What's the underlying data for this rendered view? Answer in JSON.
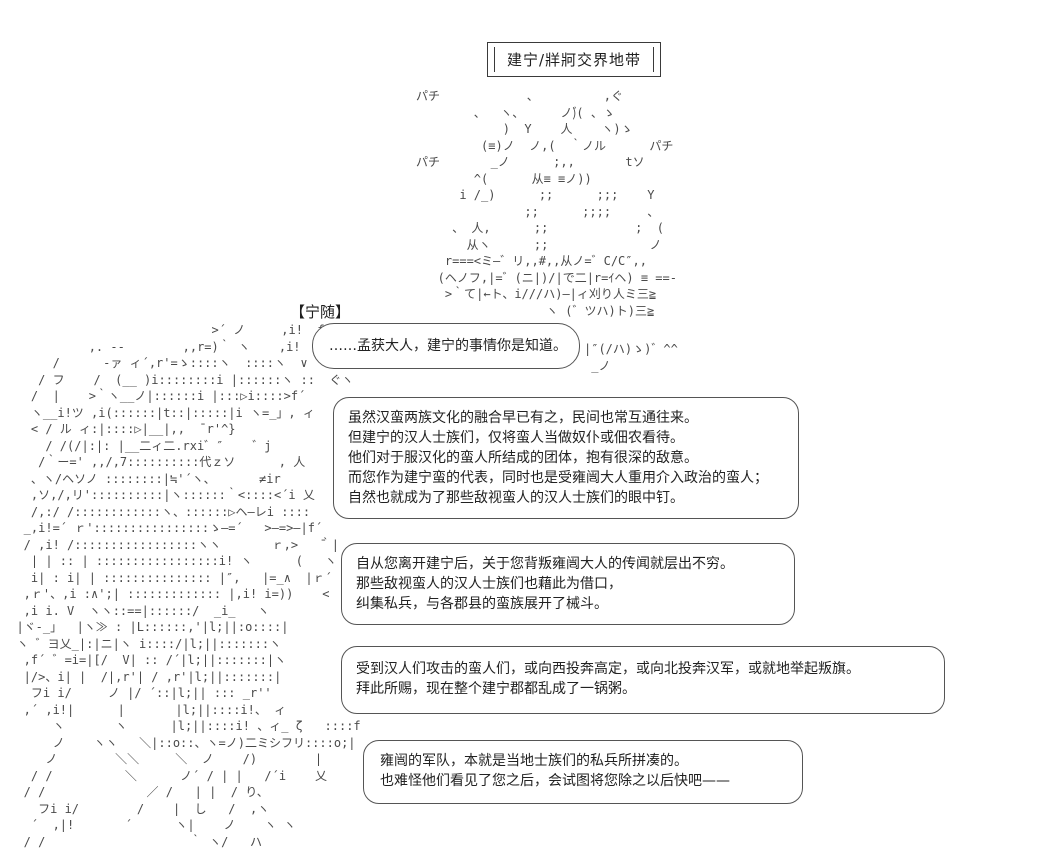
{
  "scene": {
    "location_label": "建宁/牂牁交界地带",
    "speaker_label": "【宁随】",
    "sound_effect": "パチ",
    "dialogue": [
      {
        "id": "bubble-1",
        "lines": [
          "……孟获大人，建宁的事情你是知道。"
        ]
      },
      {
        "id": "bubble-2",
        "lines": [
          "虽然汉蛮两族文化的融合早已有之，民间也常互通往来。",
          "但建宁的汉人士族们，仅将蛮人当做奴仆或佃农看待。",
          "他们对于服汉化的蛮人所结成的团体，抱有很深的敌意。",
          "而您作为建宁蛮的代表，同时也是受雍闿大人重用介入政治的蛮人；",
          "自然也就成为了那些敌视蛮人的汉人士族们的眼中钉。"
        ]
      },
      {
        "id": "bubble-3",
        "lines": [
          "自从您离开建宁后，关于您背叛雍闿大人的传闻就层出不穷。",
          "那些敌视蛮人的汉人士族们也藉此为借口，",
          "纠集私兵，与各郡县的蛮族展开了械斗。"
        ]
      },
      {
        "id": "bubble-4",
        "lines": [
          "受到汉人们攻击的蛮人们，或向西投奔高定，或向北投奔汉军，或就地举起叛旗。",
          "拜此所赐，现在整个建宁郡都乱成了一锅粥。"
        ]
      },
      {
        "id": "bubble-5",
        "lines": [
          "雍闿的军队，本就是当地士族们的私兵所拼凑的。",
          "也难怪他们看见了您之后，会试图将您除之以后快吧——"
        ]
      }
    ]
  },
  "ascii_art": {
    "campfire_lines": [
      "パチ            、         ,ぐ",
      "        、  ヽ、     ノ)゙( 、ゝ",
      "            )  Y    人    ヽ)ゝ",
      "         (≡)ノ  ノ,(  ｀ノル      パチ",
      "パチ       _ノ      ;,,       tソ",
      "        ^(      从≡ ≡ノ))",
      "      i /_)      ;;      ;;;    Y",
      "               ;;      ;;;;     、",
      "     、 人,      ;;            ;  (",
      "       从ヽ      ;;              ノ",
      "    r===<ミ―゛リ,,#,,从ノ=゛C/C″,,",
      "   (ヘノフ,|=゛(ニ|)/|で二|r=ｲヘ) ≡ ==-",
      "    >｀て|←ト、i///ハ)―|ィ刈り人ミ三≧",
      "                  ヽ (゛ツハ)ト)三≧"
    ],
    "bubble1_tail_lines": [
      "|″(/ハ)ゝ)゛^^",
      " _ノ"
    ],
    "figure_lines": [
      "                             >´ ノ     ,i!  f",
      "            ,. -‐        ,,r=)｀ ヽ    ,i!  |",
      "       /      -ァ ィ´,r'=ゝ::::ヽ  ::::ヽ  ∨",
      "     / フ    /  (__ )i::::::::i |::::::ヽ ::  ぐヽ",
      "    /  |    >｀ヽ__ノ|::::::i |:::▷i::::>f´",
      "    ヽ__i!ツ ,i(::::::|t::|:::::|i ヽ=_」, ィ",
      "    < / ル ィ:|::::▷|__|,,  ̄ r'^}",
      "      / /(/|:|: |__二ィ二.rxi゛″    ゛j",
      "     /｀ー=' ,,/,7::::::::::代ｚソ      , 人",
      "    、ヽ/ヘソノ ::::::::|≒'´ヽ、      ≠ir",
      "    ,ソ,/,リ'::::::::::|ヽ::::::｀<::::<´i 乂",
      "    /,:/ /::::::::::::ヽ、::::::▷ヘ―レi ::::",
      "   _,i!=´ ｒ'::::::::::::::::ゝ―=´   >―=>―|f´",
      "   / ,i! /:::::::::::::::::ヽヽ       ｒ,>   ̄｀|",
      "    | | :: | :::::::::::::::::i! ヽ      (   ヽ (|",
      "    i| : i| | ::::::::::::::: |″,   |=_∧  |ｒ´ |",
      "   ,ｒ'、,i :∧';| ::::::::::::: |,i! i=))    <    乂",
      "   ,i i. V  ヽヽ::==|::::::/  _i_   ヽ",
      "  |ヾ-_」  |ヽ≫ : |L::::::,'|l;||:o::::|",
      "  ヽ ゛ヨ乂_|:|ニ|ヽ i::::/|l;||:::::::ヽ",
      "   ,f´ ゛=i=|[/  V| :: /´|l;||:::::::|ヽ",
      "   |/>、i| |  /|,r'| / ,r'|l;||:::::::|",
      "    フi i/     ノ |/ ´::|l;|| ::: _r''",
      "   ,´ ,i!|      |       |l;||::::i!、 ィ",
      "       ヽ       ヽ      |l;||::::i! 、ィ_ ζ   ::::f",
      "       ノ    ヽヽ   ＼|::o::、ヽ=ノ)二ミシフリ::::o;|",
      "      ノ        ＼＼     ＼  ノ    /)        |",
      "    / /          ＼      ノ´ / | |   /´i    乂",
      "   / /              ／ /   | |  / り、",
      "     フi i/        /    |  し   /  ,ヽ",
      "    ´  ,|!       ´      ヽ|    ノ    ヽ ヽ",
      "   / /                    ｀ ヽ/   ハ"
    ]
  },
  "colors": {
    "background": "#ffffff",
    "art_ink": "#4a4a4a",
    "text_ink": "#1e1e1e",
    "bubble_border": "#555555"
  }
}
